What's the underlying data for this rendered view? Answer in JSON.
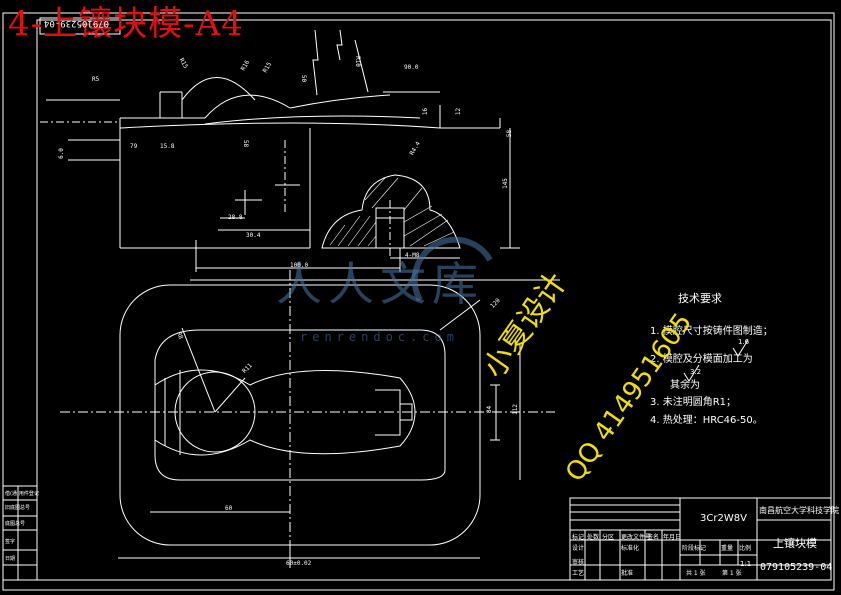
{
  "sheet_title": "4-上镶块模-A4",
  "drawing_code_top": "079105239-04",
  "technical_requirements": {
    "title": "技术要求",
    "items": [
      "1. 模腔尺寸按铸件图制造；",
      "2. 模腔及分模面加工为",
      "其余为",
      "3. 未注明圆角R1；",
      "4. 热处理：HRC46-50。"
    ],
    "roughness_values": [
      "1.6",
      "3.2"
    ]
  },
  "watermark": {
    "main": "人人文库",
    "url": "renrendoc.com"
  },
  "promo": {
    "line1": "小夏设计",
    "line2": "QQ 414951605"
  },
  "title_block": {
    "material": "3Cr2W8V",
    "school": "南昌航空大学科技学院",
    "part_name": "上镶块模",
    "drawing_number": "079105239-04",
    "scale": "1:1",
    "labels": [
      "标记",
      "处数",
      "分区",
      "更改文件号",
      "签名",
      "年月日",
      "设计",
      "标准化",
      "阶段标记",
      "重量",
      "比例",
      "审核",
      "工艺",
      "批准",
      "共 1 张",
      "第 1 张"
    ]
  },
  "side_labels": [
    "借(通)用件登记",
    "旧底图总号",
    "底图总号",
    "签字",
    "日期"
  ],
  "dimension_labels": [
    "R15",
    "R16",
    "R15",
    "R5",
    "50",
    "R10",
    "90.0",
    "145",
    "79",
    "15.8",
    "6.0",
    "R4.4",
    "28.8",
    "30.4",
    "58",
    "16",
    "12",
    "100.0",
    "120",
    "R8",
    "R11",
    "60",
    "84",
    "112",
    "58",
    "60±0.02",
    "4-M8"
  ]
}
